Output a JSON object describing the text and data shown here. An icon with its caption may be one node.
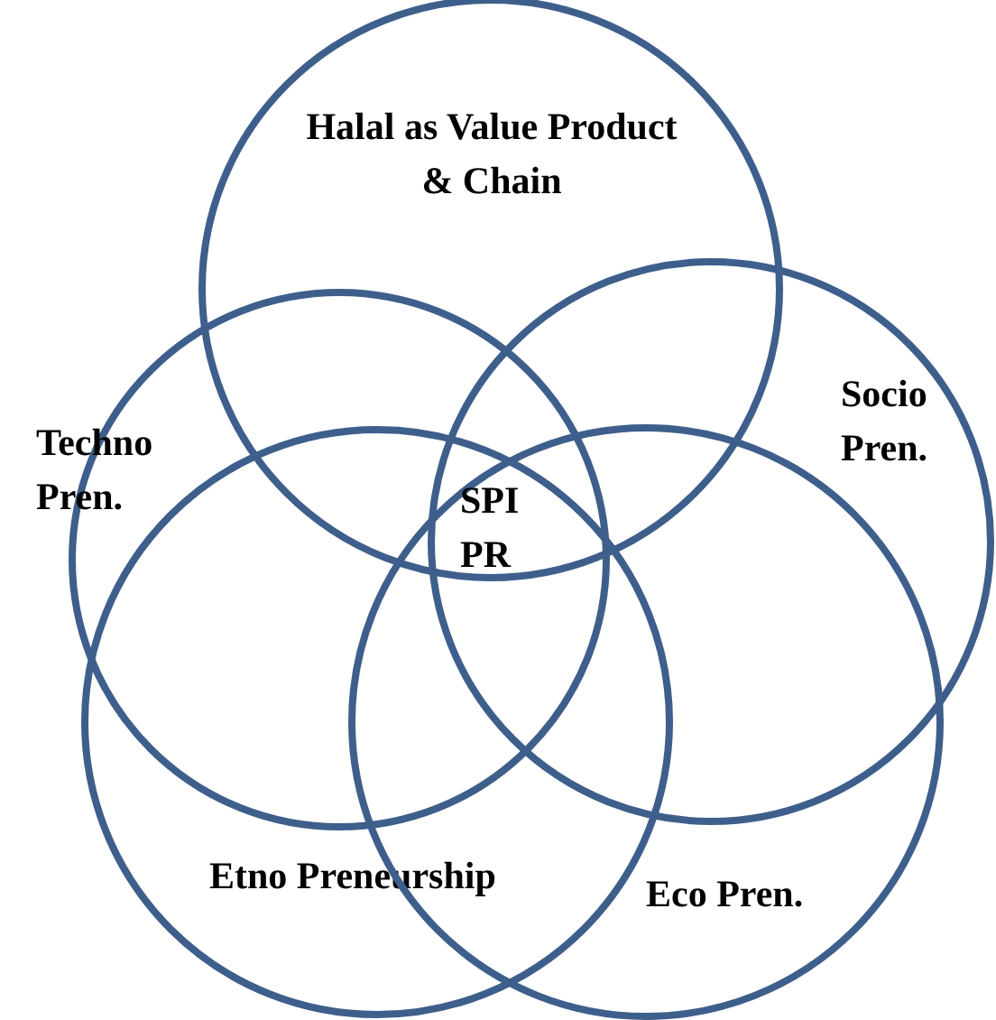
{
  "diagram": {
    "nodes": [
      {
        "text": [
          "Halal as Value Product & Chain"
        ]
      },
      {
        "text": [
          "Techno Pren."
        ]
      },
      {
        "text": [
          "Socio Pren."
        ]
      },
      {
        "text": [
          "Etno Preneurship"
        ]
      },
      {
        "text": [
          "Eco Pren."
        ]
      }
    ],
    "labels": [
      "SPI PR"
    ]
  }
}
